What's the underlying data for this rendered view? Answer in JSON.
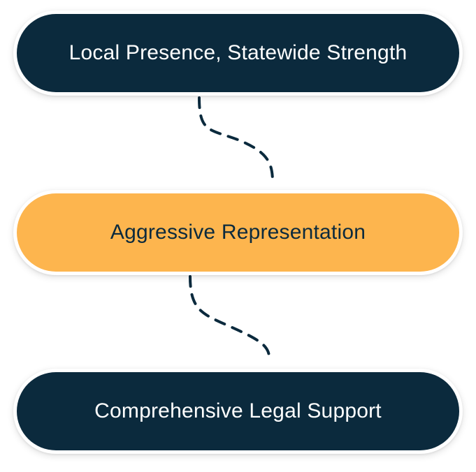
{
  "colors": {
    "dark": "#0b2a3d",
    "accent": "#fdb54e",
    "light_text": "#ffffff",
    "connector": "#0b2a3d"
  },
  "steps": [
    {
      "label": "Local Presence, Statewide Strength",
      "style": "dark"
    },
    {
      "label": "Aggressive Representation",
      "style": "accent"
    },
    {
      "label": "Comprehensive Legal Support",
      "style": "dark"
    }
  ]
}
